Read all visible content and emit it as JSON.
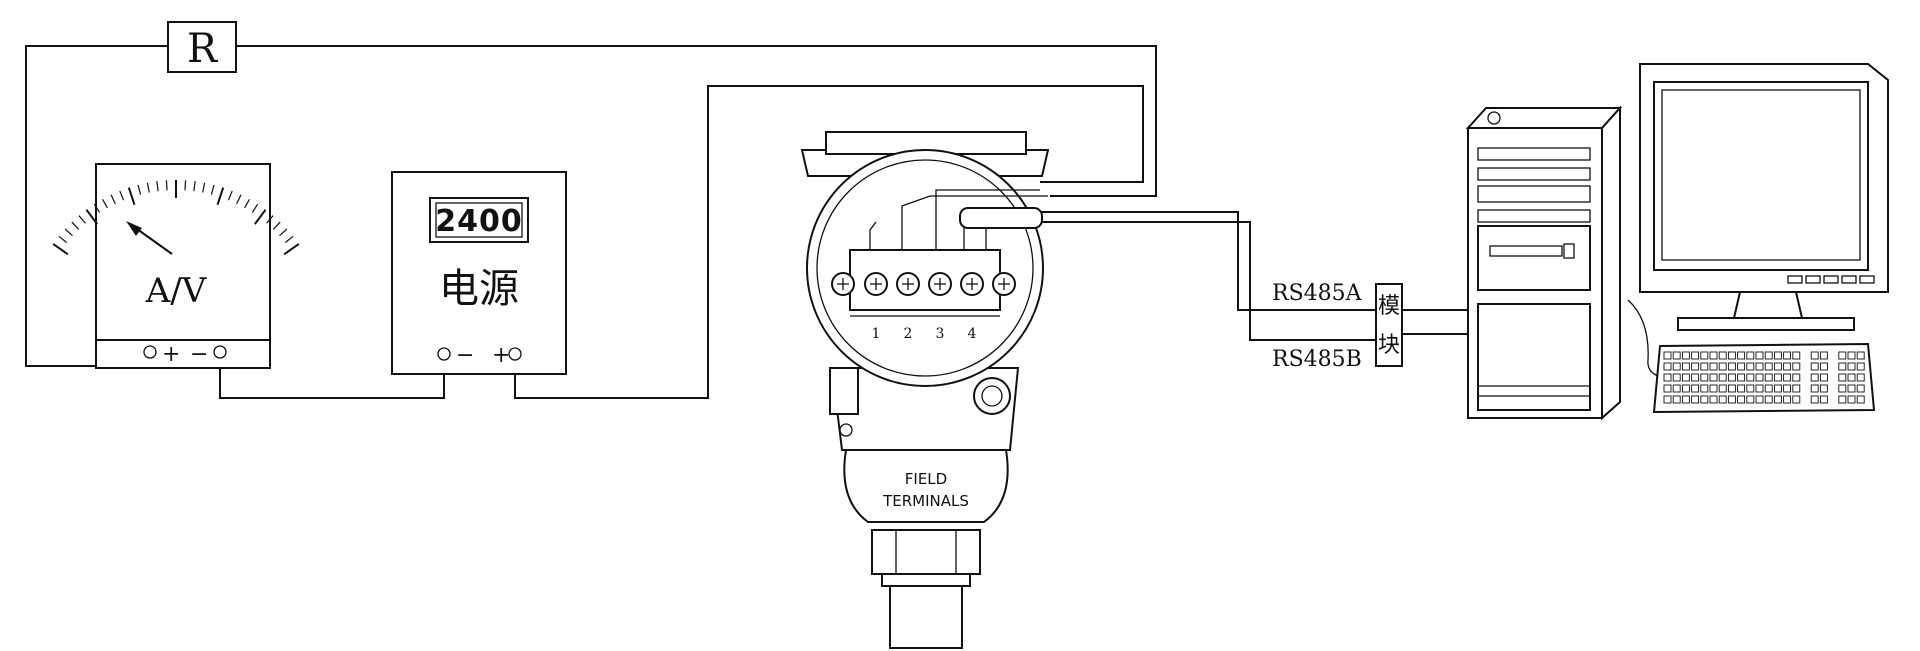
{
  "resistor": {
    "label": "R"
  },
  "meter": {
    "label": "A/V",
    "plus": "+",
    "minus": "−"
  },
  "power_supply": {
    "display": "2400",
    "label": "电源",
    "minus": "−",
    "plus": "+"
  },
  "transmitter": {
    "terminals": [
      "1",
      "2",
      "3",
      "4"
    ],
    "plate_line1": "FIELD",
    "plate_line2": "TERMINALS"
  },
  "bus": {
    "line_a": "RS485A",
    "line_b": "RS485B"
  },
  "module": {
    "char1": "模",
    "char2": "块"
  }
}
